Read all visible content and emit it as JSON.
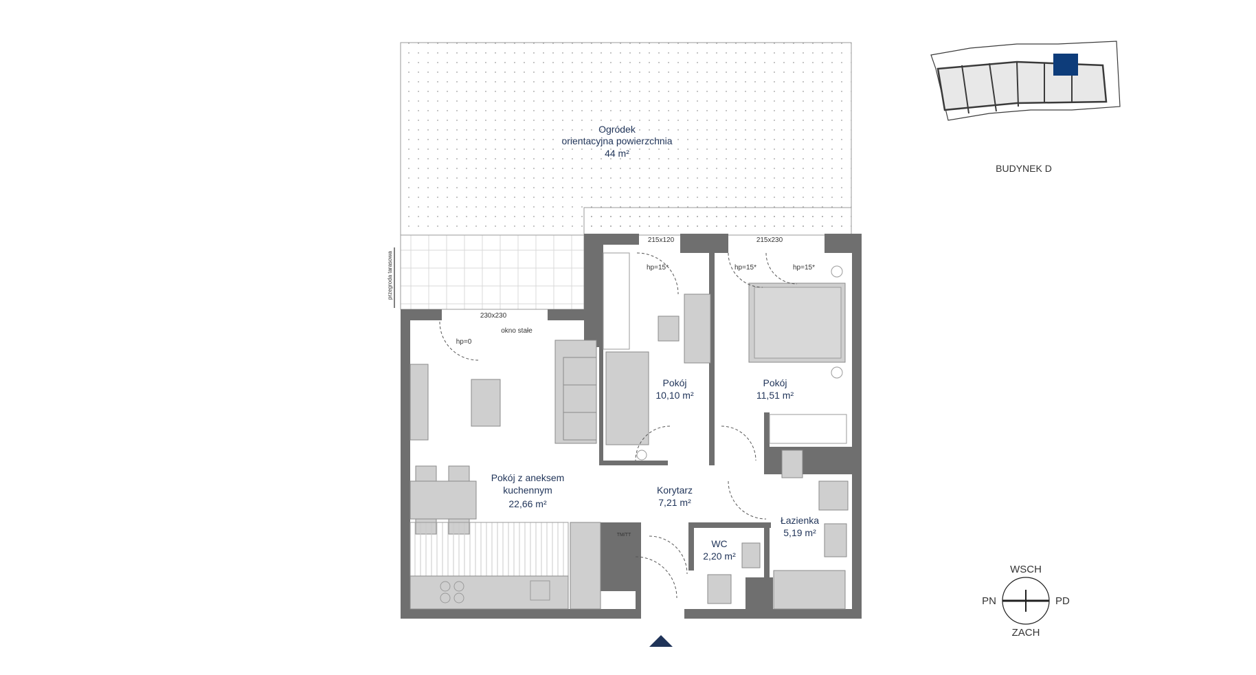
{
  "building_label": "BUDYNEK D",
  "rooms": {
    "garden": {
      "name_line1": "Ogródek",
      "name_line2": "orientacyjna powierzchnia",
      "area": "44 m²"
    },
    "living": {
      "name_line1": "Pokój z aneksem",
      "name_line2": "kuchennym",
      "area": "22,66 m²"
    },
    "room1": {
      "name": "Pokój",
      "area": "10,10 m²"
    },
    "room2": {
      "name": "Pokój",
      "area": "11,51 m²"
    },
    "corridor": {
      "name": "Korytarz",
      "area": "7,21 m²"
    },
    "wc": {
      "name": "WC",
      "area": "2,20 m²"
    },
    "bathroom": {
      "name": "Łazienka",
      "area": "5,19 m²"
    }
  },
  "annotations": {
    "terrace_divider": "przegroda tarasowa",
    "window_fixed": "okno stałe",
    "door_living": "230x230",
    "door_room1": "215x120",
    "door_room2": "215x230",
    "hp_living": "hp=0",
    "hp_room1": "hp=15*",
    "hp_room2_a": "hp=15*",
    "hp_room2_b": "hp=15*",
    "tm_tt": "TM/TT"
  },
  "compass": {
    "north": "WSCH",
    "south": "ZACH",
    "west": "PN",
    "east": "PD"
  },
  "colors": {
    "label": "#1f3358",
    "wall": "#6f6f6f",
    "highlight": "#0d3c7a",
    "entrance": "#1f3358"
  }
}
